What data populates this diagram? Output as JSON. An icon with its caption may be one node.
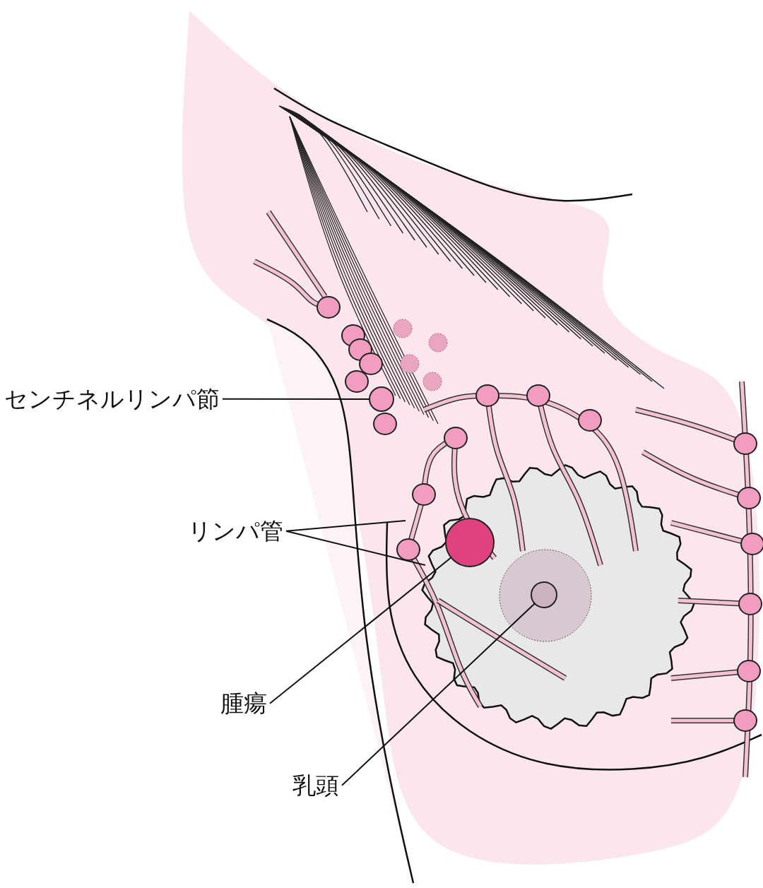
{
  "diagram": {
    "nodes": [
      {
        "text": [
          "センチネルリンパ節"
        ]
      },
      {
        "text": [
          "リンパ管"
        ]
      },
      {
        "text": [
          "腫瘍"
        ]
      },
      {
        "text": [
          "乳頭"
        ]
      },
      {
        "text": [],
        "shape": "circle"
      },
      {
        "text": [],
        "shape": "circle"
      },
      {
        "text": [],
        "shape": "circle"
      }
    ],
    "edges": [
      {
        "from": 0,
        "to": 4,
        "arrow": "none"
      },
      {
        "from": 1,
        "to": null,
        "arrow": "none"
      },
      {
        "from": 1,
        "to": null,
        "arrow": "none"
      },
      {
        "from": 2,
        "to": 5,
        "arrow": "none"
      },
      {
        "from": 3,
        "to": 6,
        "arrow": "none"
      }
    ]
  }
}
